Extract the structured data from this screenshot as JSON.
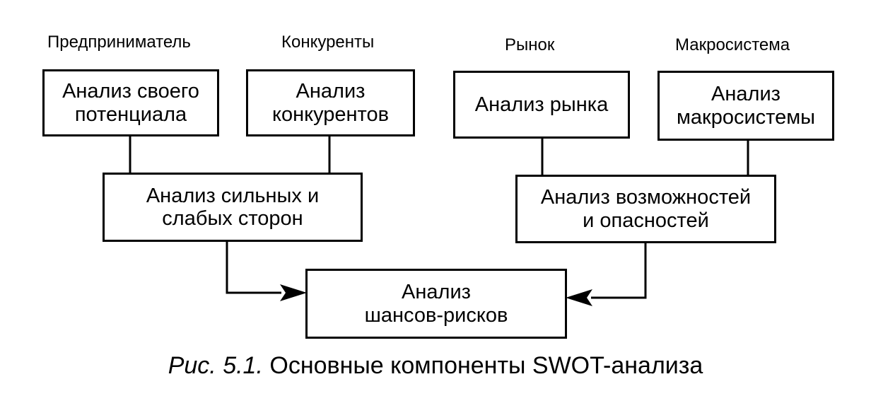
{
  "column_labels": {
    "entrepreneur": "Предприниматель",
    "competitors": "Конкуренты",
    "market": "Рынок",
    "macrosystem": "Макросистема"
  },
  "boxes": {
    "own_potential": {
      "line1": "Анализ своего",
      "line2": "потенциала"
    },
    "competitor_analysis": {
      "line1": "Анализ",
      "line2": "конкурентов"
    },
    "market_analysis": {
      "line1": "Анализ рынка"
    },
    "macrosystem_analysis": {
      "line1": "Анализ",
      "line2": "макросистемы"
    },
    "strengths_weaknesses": {
      "line1": "Анализ сильных и",
      "line2": "слабых сторон"
    },
    "opportunities_threats": {
      "line1": "Анализ возможностей",
      "line2": "и опасностей"
    },
    "chances_risks": {
      "line1": "Анализ",
      "line2": "шансов-рисков"
    }
  },
  "caption": {
    "figure_number": "Рис. 5.1.",
    "text": "Основные компоненты SWOT-анализа"
  }
}
